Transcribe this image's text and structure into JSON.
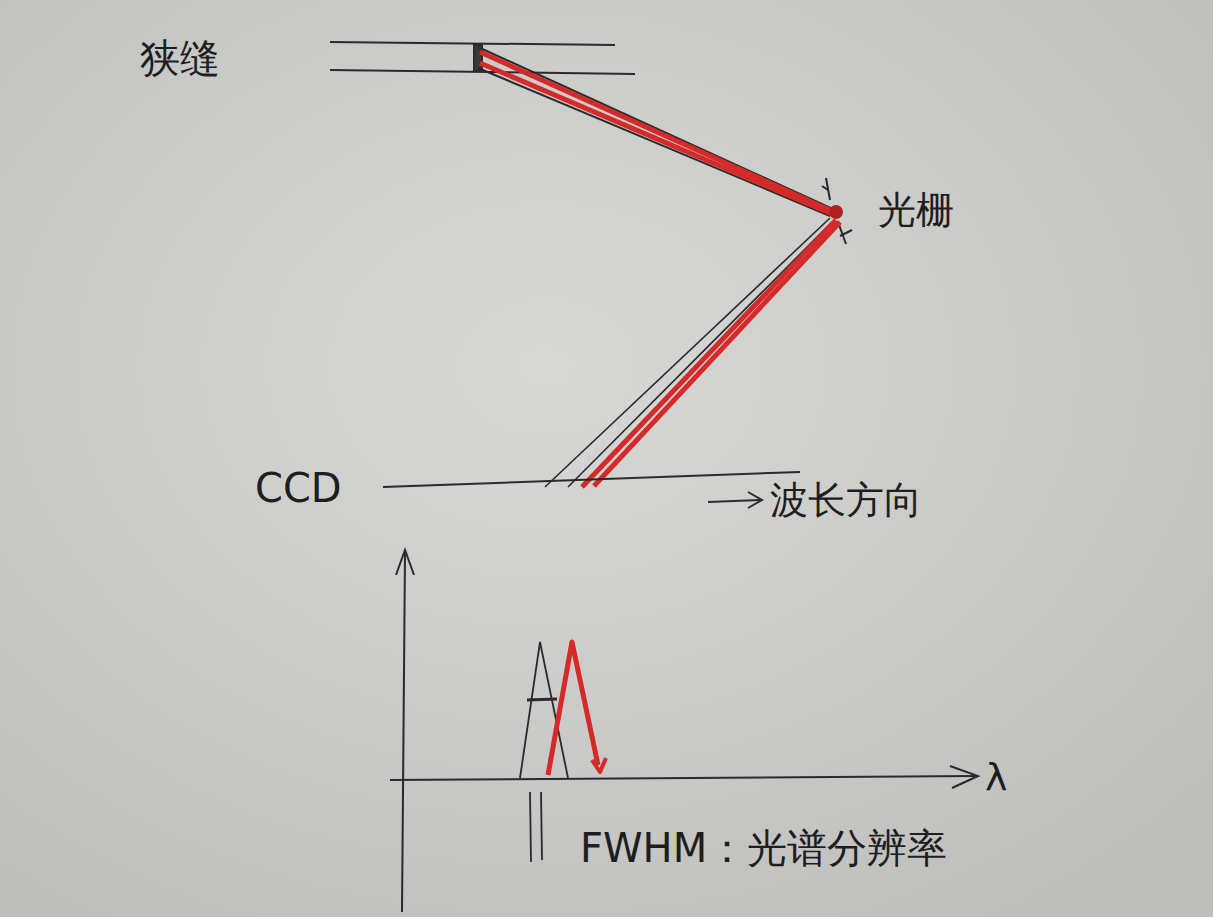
{
  "diagram": {
    "labels": [
      "狭缝",
      "光栅",
      "CCD",
      "波长方向",
      "λ",
      "FWHM：光谱分辨率"
    ]
  }
}
